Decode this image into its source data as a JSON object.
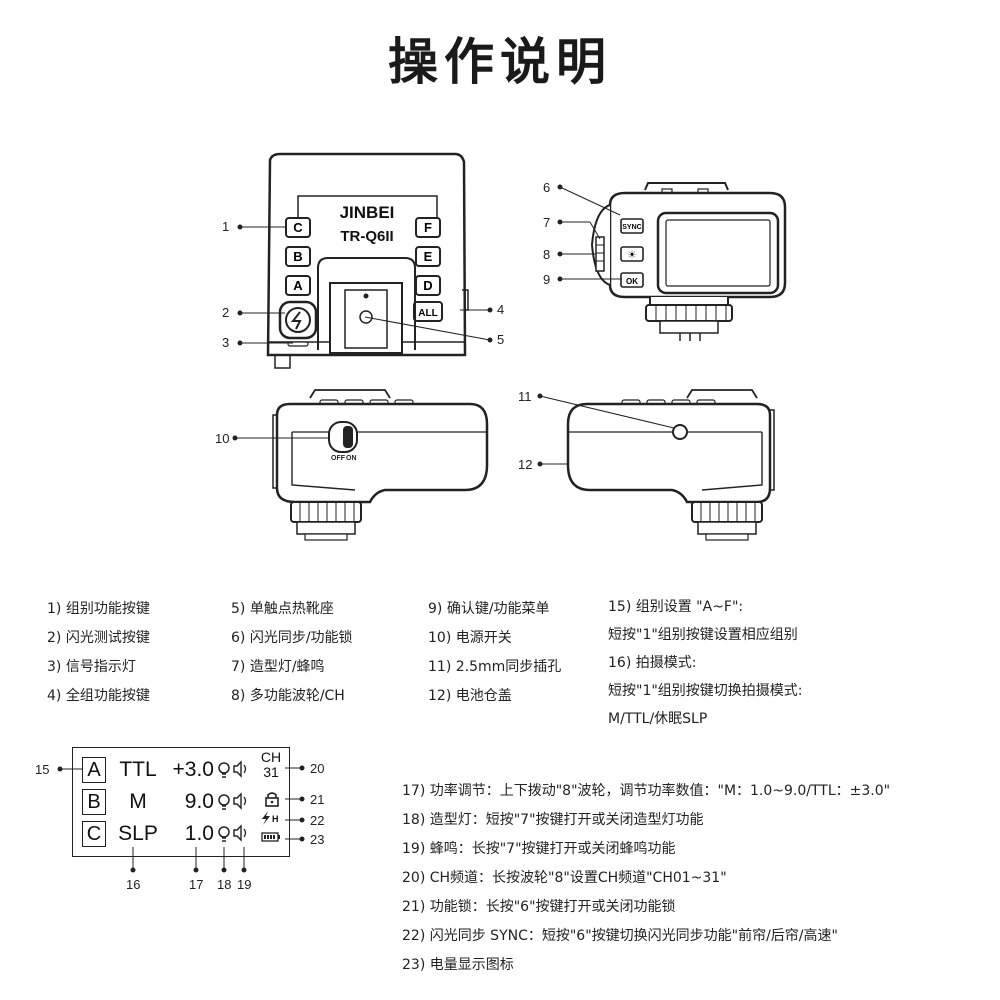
{
  "title": "操作说明",
  "device": {
    "brand": "JINBEI",
    "model": "TR-Q6II",
    "group_buttons": [
      "C",
      "B",
      "A",
      "F",
      "E",
      "D"
    ],
    "all_button": "ALL",
    "top_buttons": [
      "SYNC",
      "☀",
      "OK"
    ],
    "switch_labels": [
      "OFF",
      "ON"
    ]
  },
  "callouts": [
    "1",
    "2",
    "3",
    "4",
    "5",
    "6",
    "7",
    "8",
    "9",
    "10",
    "11",
    "12",
    "15",
    "16",
    "17",
    "18",
    "19",
    "20",
    "21",
    "22",
    "23"
  ],
  "legend_col1": [
    "1) 组别功能按键",
    "2) 闪光测试按键",
    "3) 信号指示灯",
    "4) 全组功能按键"
  ],
  "legend_col2": [
    "5) 单触点热靴座",
    "6) 闪光同步/功能锁",
    "7) 造型灯/蜂鸣",
    "8) 多功能波轮/CH"
  ],
  "legend_col3": [
    "9) 确认键/功能菜单",
    "10) 电源开关",
    "11) 2.5mm同步插孔",
    "12) 电池仓盖"
  ],
  "legend_col4": [
    "15) 组别设置 \"A~F\":",
    "短按\"1\"组别按键设置相应组别",
    "16) 拍摄模式:",
    "短按\"1\"组别按键切换拍摄模式:",
    "M/TTL/休眠SLP"
  ],
  "lcd": {
    "rows": [
      {
        "group": "A",
        "mode": "TTL",
        "value": "+3.0"
      },
      {
        "group": "B",
        "mode": "M",
        "value": "9.0"
      },
      {
        "group": "C",
        "mode": "SLP",
        "value": "1.0"
      }
    ],
    "ch_label": "CH",
    "ch_value": "31",
    "hss_label": "H"
  },
  "legend_bottom": [
    "17) 功率调节：上下拨动\"8\"波轮，调节功率数值：\"M：1.0~9.0/TTL：±3.0\"",
    "18) 造型灯：短按\"7\"按键打开或关闭造型灯功能",
    "19) 蜂鸣：长按\"7\"按键打开或关闭蜂鸣功能",
    "20) CH频道：长按波轮\"8\"设置CH频道\"CH01~31\"",
    "21) 功能锁：长按\"6\"按键打开或关闭功能锁",
    "22) 闪光同步 SYNC：短按\"6\"按键切换闪光同步功能\"前帘/后帘/高速\"",
    "23) 电量显示图标"
  ]
}
